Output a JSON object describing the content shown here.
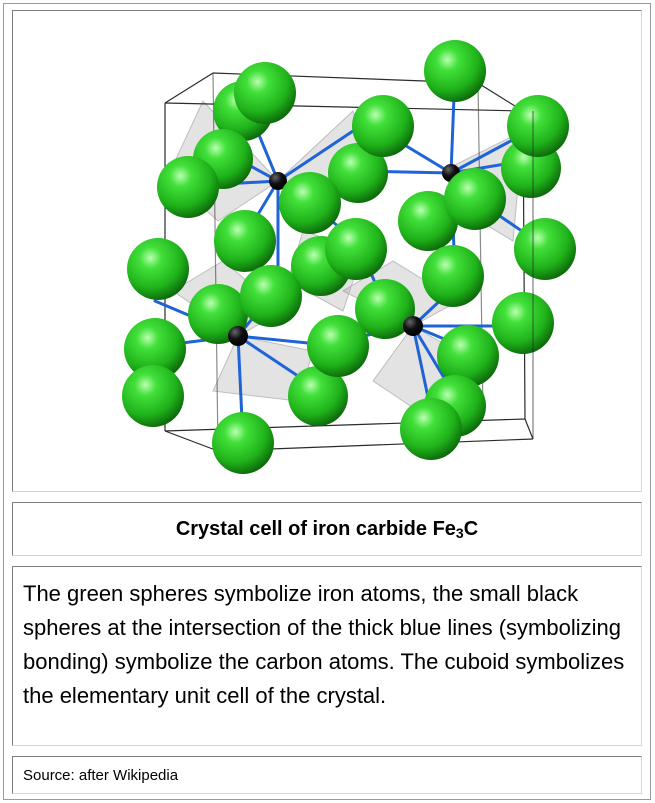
{
  "figure": {
    "title_main": "Crystal cell of iron carbide Fe",
    "title_subscript": "3",
    "title_end": "C",
    "description": "The green spheres symbolize iron atoms, the small black spheres at the intersection of the thick blue lines (symbolizing bonding) symbolize the carbon atoms. The cuboid symbolizes the elementary unit cell of the crystal.",
    "source": "Source: after Wikipedia",
    "colors": {
      "iron": "#22c01e",
      "carbon": "#000000",
      "bond": "#1f63d6",
      "cell_edge": "#2b2b2b"
    }
  }
}
